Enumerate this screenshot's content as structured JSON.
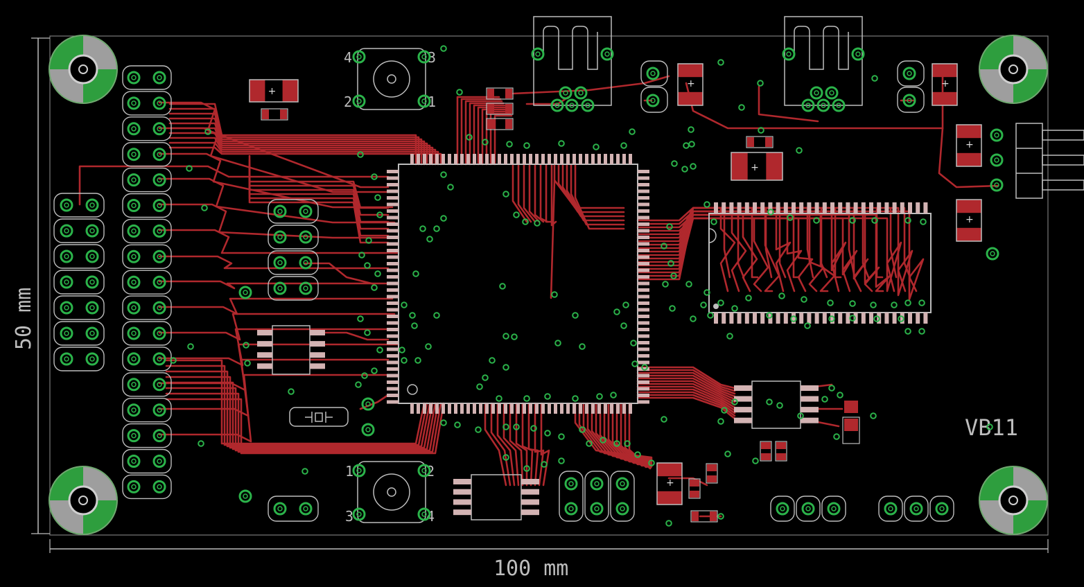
{
  "board": {
    "label": "VB11",
    "width_dim": "100 mm",
    "height_dim": "50 mm"
  },
  "colors": {
    "background": "#000000",
    "trace": "#b0282d",
    "pad": "#b0282d",
    "via": "#2bb34a",
    "silkscreen": "#bdbdbd",
    "mounting_hole_ring": "#2e9e3e",
    "mounting_hole_gray": "#9e9e9e"
  },
  "switches": {
    "top": {
      "pin_1": "1",
      "pin_2": "2",
      "pin_3": "3",
      "pin_4": "4"
    },
    "bottom": {
      "pin_1": "1",
      "pin_2": "2",
      "pin_3": "3",
      "pin_4": "4"
    }
  },
  "icons": [
    "mounting-hole-icon",
    "usb-connector-icon",
    "tactile-switch-icon",
    "qfp-chip-icon",
    "tsop-chip-icon",
    "so8-chip-icon",
    "crystal-icon",
    "capacitor-icon",
    "pin-header-icon"
  ]
}
